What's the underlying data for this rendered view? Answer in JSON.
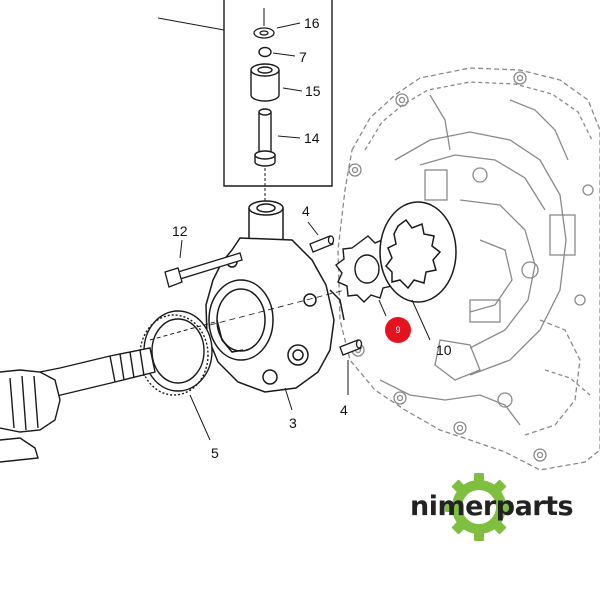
{
  "diagram": {
    "callouts": {
      "c16": "16",
      "c7": "7",
      "c15": "15",
      "c14": "14",
      "c4_top": "4",
      "c12": "12",
      "c9": "9",
      "c10": "10",
      "c4_bottom": "4",
      "c3": "3",
      "c5": "5"
    }
  },
  "logo": {
    "text": "nimerparts",
    "accent_color": "#7fbf3f",
    "icon": "gear-icon"
  },
  "colors": {
    "hotspot": "#e5121f",
    "line_art": "#1a1a1a",
    "housing_line": "#8a8a8a"
  }
}
